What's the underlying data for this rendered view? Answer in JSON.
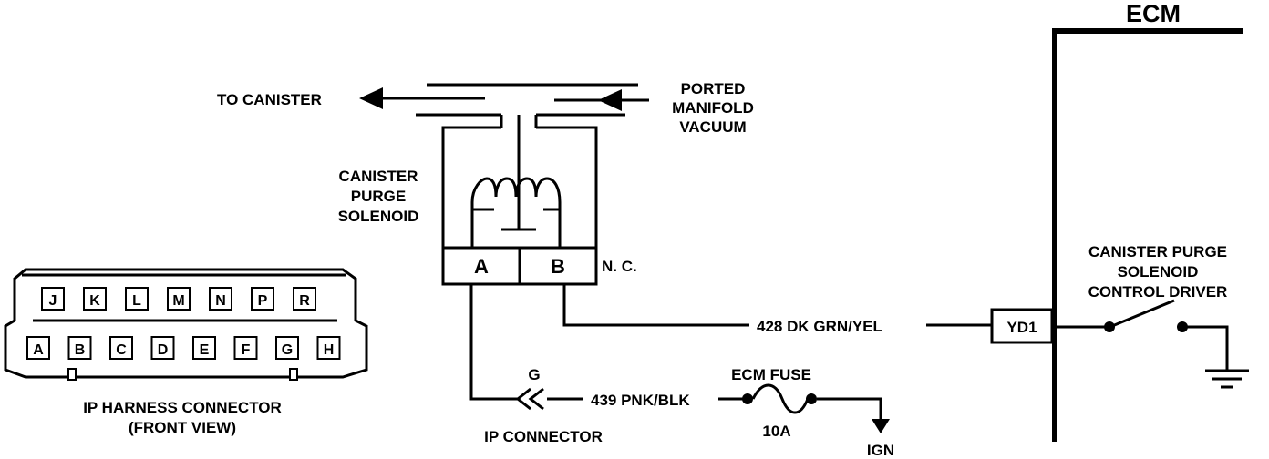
{
  "ecm": {
    "title": "ECM",
    "driver_label": [
      "CANISTER PURGE",
      "SOLENOID",
      "CONTROL DRIVER"
    ],
    "terminal": "YD1"
  },
  "vacuum": {
    "to_canister": "TO CANISTER",
    "ported": [
      "PORTED",
      "MANIFOLD",
      "VACUUM"
    ]
  },
  "solenoid": {
    "label": [
      "CANISTER",
      "PURGE",
      "SOLENOID"
    ],
    "terminal_a": "A",
    "terminal_b": "B",
    "nc": "N. C."
  },
  "wires": {
    "w428": "428  DK GRN/YEL",
    "w439": "439  PNK/BLK"
  },
  "ip_connector": {
    "pin": "G",
    "label": "IP CONNECTOR"
  },
  "fuse": {
    "label": "ECM FUSE",
    "rating": "10A",
    "ign": "IGN"
  },
  "harness": {
    "top_pins": [
      "J",
      "K",
      "L",
      "M",
      "N",
      "P",
      "R"
    ],
    "bottom_pins": [
      "A",
      "B",
      "C",
      "D",
      "E",
      "F",
      "G",
      "H"
    ],
    "label": [
      "IP HARNESS CONNECTOR",
      "(FRONT VIEW)"
    ]
  }
}
